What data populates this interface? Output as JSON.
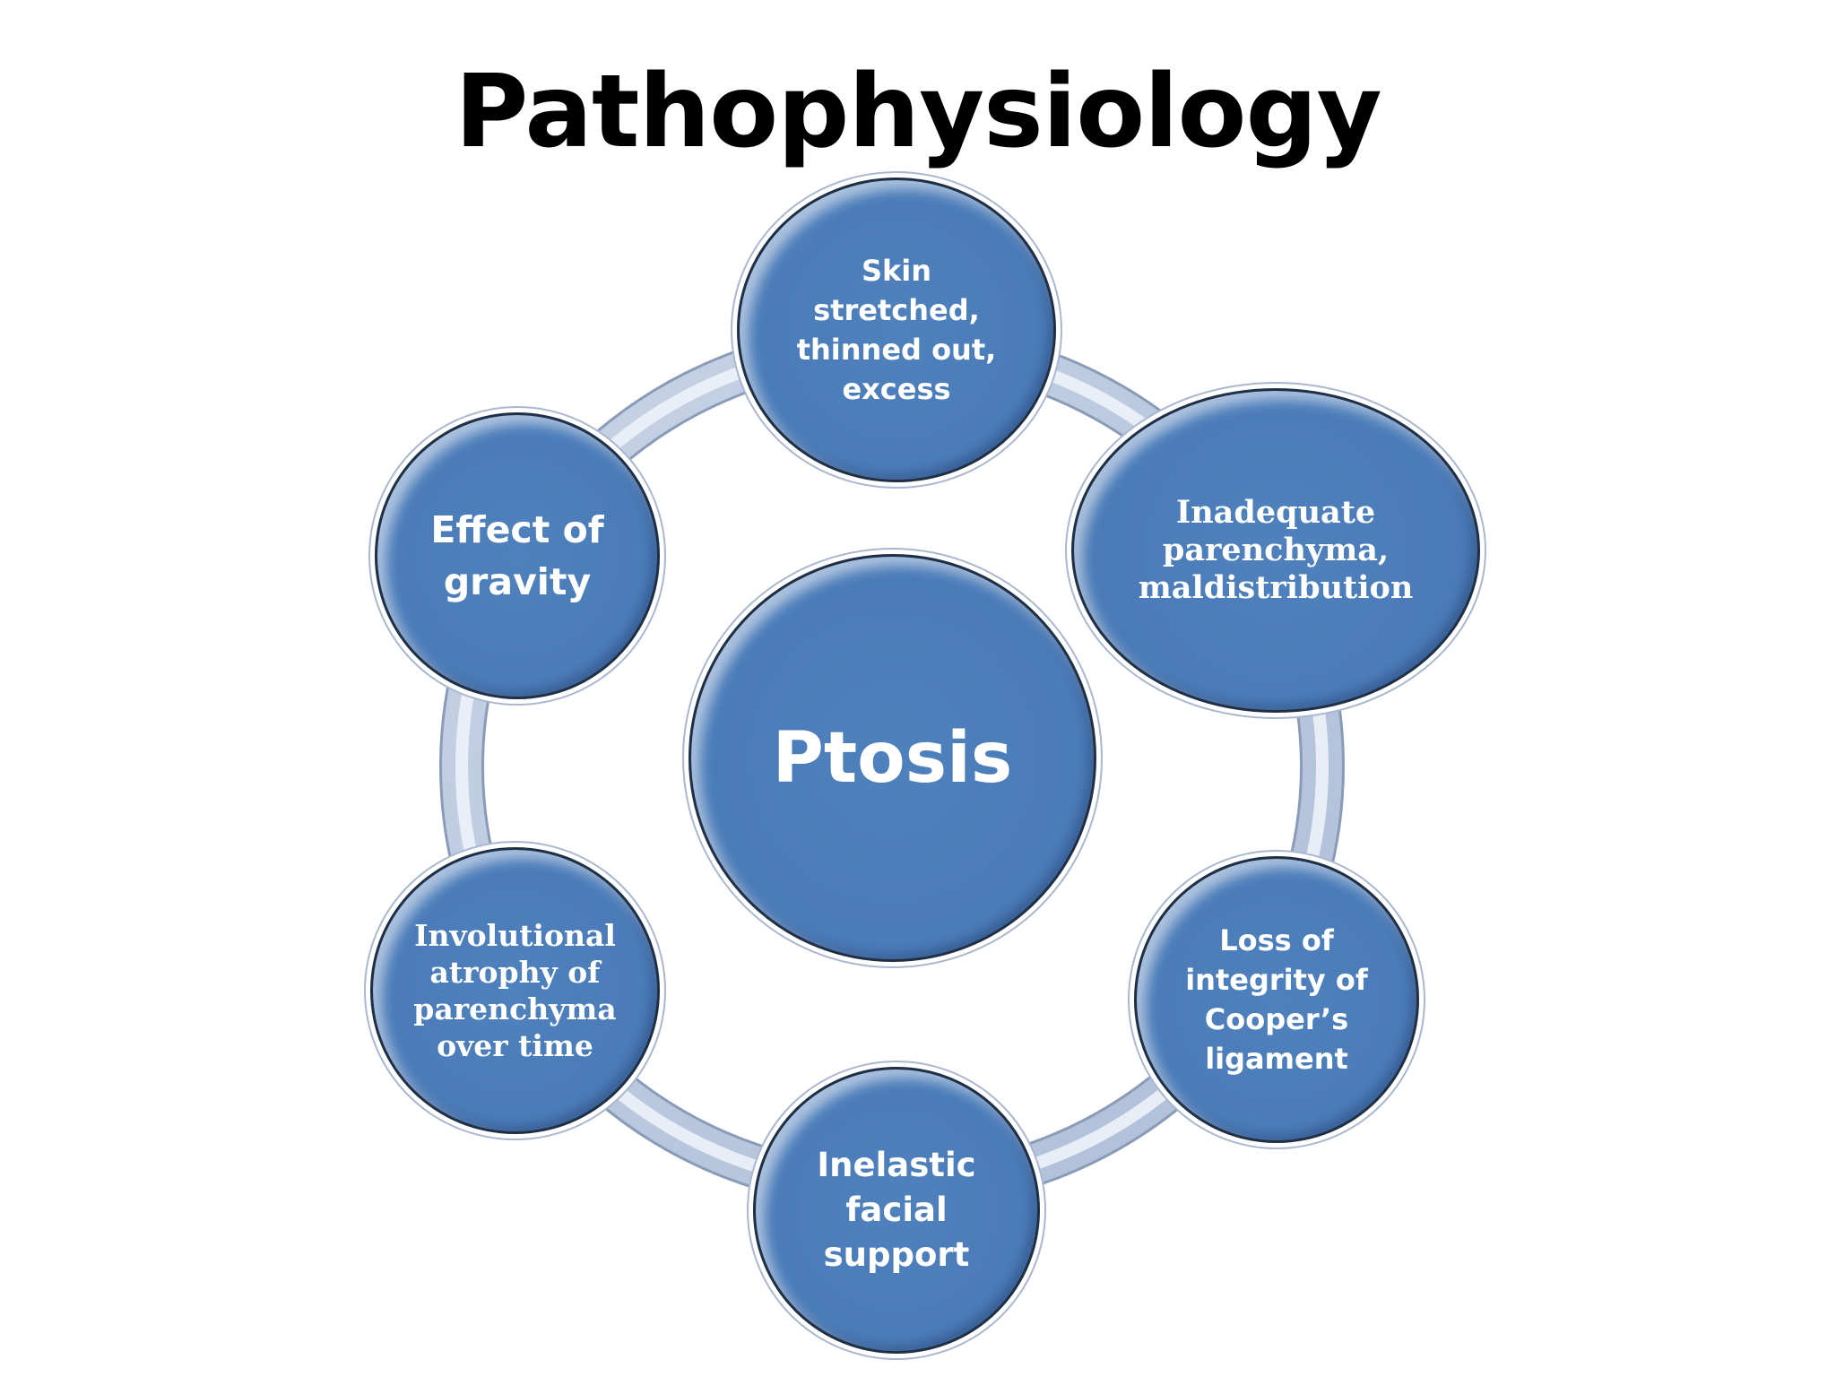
{
  "title": "Pathophysiology",
  "colors": {
    "node_fill": "#4f81bd",
    "node_border": "#1f2f45",
    "ring_outer": "#8fa3c4",
    "ring_inner": "#dbe3ef",
    "text": "#ffffff"
  },
  "diagram": {
    "center": {
      "label": "Ptosis"
    },
    "nodes": [
      {
        "label": "Skin\nstretched,\nthinned out,\nexcess"
      },
      {
        "label": "Inadequate\nparenchyma,\nmaldistribution"
      },
      {
        "label": "Loss of\nintegrity of\nCooper’s\nligament"
      },
      {
        "label": "Inelastic\nfacial\nsupport"
      },
      {
        "label": "Involutional\natrophy of\nparenchyma\nover time"
      },
      {
        "label": "Effect of\ngravity"
      }
    ]
  }
}
